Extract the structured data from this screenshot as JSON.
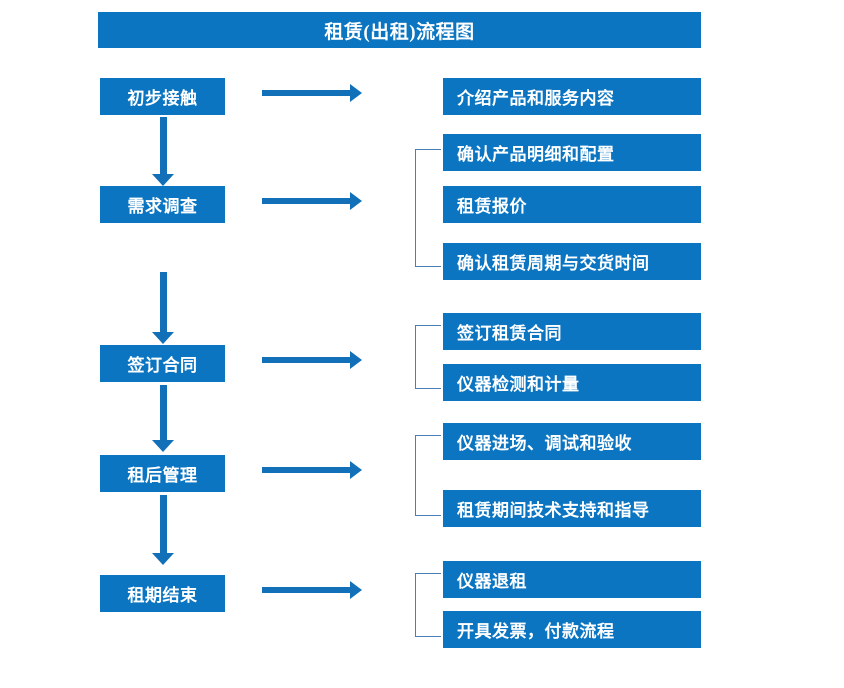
{
  "diagram": {
    "title": "租赁(出租)流程图",
    "accent_color": "#0B75C2",
    "arrow_color": "#1270B8",
    "bracket_color": "#4A7FB5",
    "text_color": "#FFFFFF",
    "background_color": "#FFFFFF",
    "type": "flowchart",
    "orientation": "vertical-with-branches",
    "stages": [
      {
        "id": "stage-1",
        "label": "初步接触",
        "details": [
          "介绍产品和服务内容"
        ]
      },
      {
        "id": "stage-2",
        "label": "需求调查",
        "details": [
          "确认产品明细和配置",
          "租赁报价",
          "确认租赁周期与交货时间"
        ]
      },
      {
        "id": "stage-3",
        "label": "签订合同",
        "details": [
          "签订租赁合同",
          "仪器检测和计量"
        ]
      },
      {
        "id": "stage-4",
        "label": "租后管理",
        "details": [
          "仪器进场、调试和验收",
          "租赁期间技术支持和指导"
        ]
      },
      {
        "id": "stage-5",
        "label": "租期结束",
        "details": [
          "仪器退租",
          "开具发票，付款流程"
        ]
      }
    ]
  }
}
